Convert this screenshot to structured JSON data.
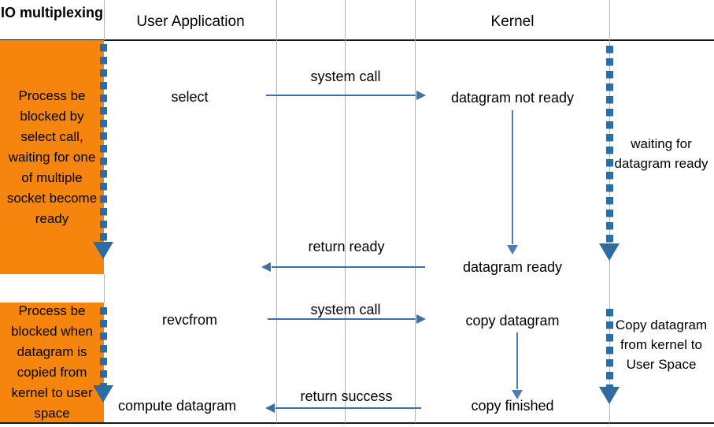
{
  "diagram": {
    "title": "IO multiplexing",
    "headers": [
      {
        "id": "io-multiplexing",
        "label": "IO multiplexing"
      },
      {
        "id": "user-application",
        "label": "User Application"
      },
      {
        "id": "kernel",
        "label": "Kernel"
      }
    ],
    "blocked_notes": [
      {
        "id": "blocked-select",
        "text": "Process be blocked by select call, waiting for one of multiple socket become ready"
      },
      {
        "id": "blocked-copy",
        "text": "Process be blocked when datagram is copied from kernel to user space"
      }
    ],
    "user_events": [
      {
        "id": "select",
        "label": "select"
      },
      {
        "id": "revcfrom",
        "label": "revcfrom"
      },
      {
        "id": "compute-datagram",
        "label": "compute datagram"
      }
    ],
    "kernel_events": [
      {
        "id": "datagram-not-ready",
        "label": "datagram not ready"
      },
      {
        "id": "datagram-ready",
        "label": "datagram ready"
      },
      {
        "id": "copy-datagram",
        "label": "copy datagram"
      },
      {
        "id": "copy-finished",
        "label": "copy finished"
      }
    ],
    "messages": [
      {
        "id": "system-call-1",
        "label": "system call",
        "direction": "right"
      },
      {
        "id": "return-ready",
        "label": "return ready",
        "direction": "left"
      },
      {
        "id": "system-call-2",
        "label": "system call",
        "direction": "right"
      },
      {
        "id": "return-success",
        "label": "return success",
        "direction": "left"
      }
    ],
    "kernel_notes": [
      {
        "id": "waiting-for-datagram-ready",
        "text": "waiting for datagram ready"
      },
      {
        "id": "copy-datagram-from-kernel-to-user-space",
        "text": "Copy datagram from kernel to User Space"
      }
    ],
    "colors": {
      "blocked_block": "#F5850C",
      "lifeline": "#2E6DA4",
      "arrow": "#3E6FA8",
      "kernel_arrow": "#4A7EBB",
      "rule": "#1a1a1a",
      "grid": "#b3b3b3"
    }
  }
}
